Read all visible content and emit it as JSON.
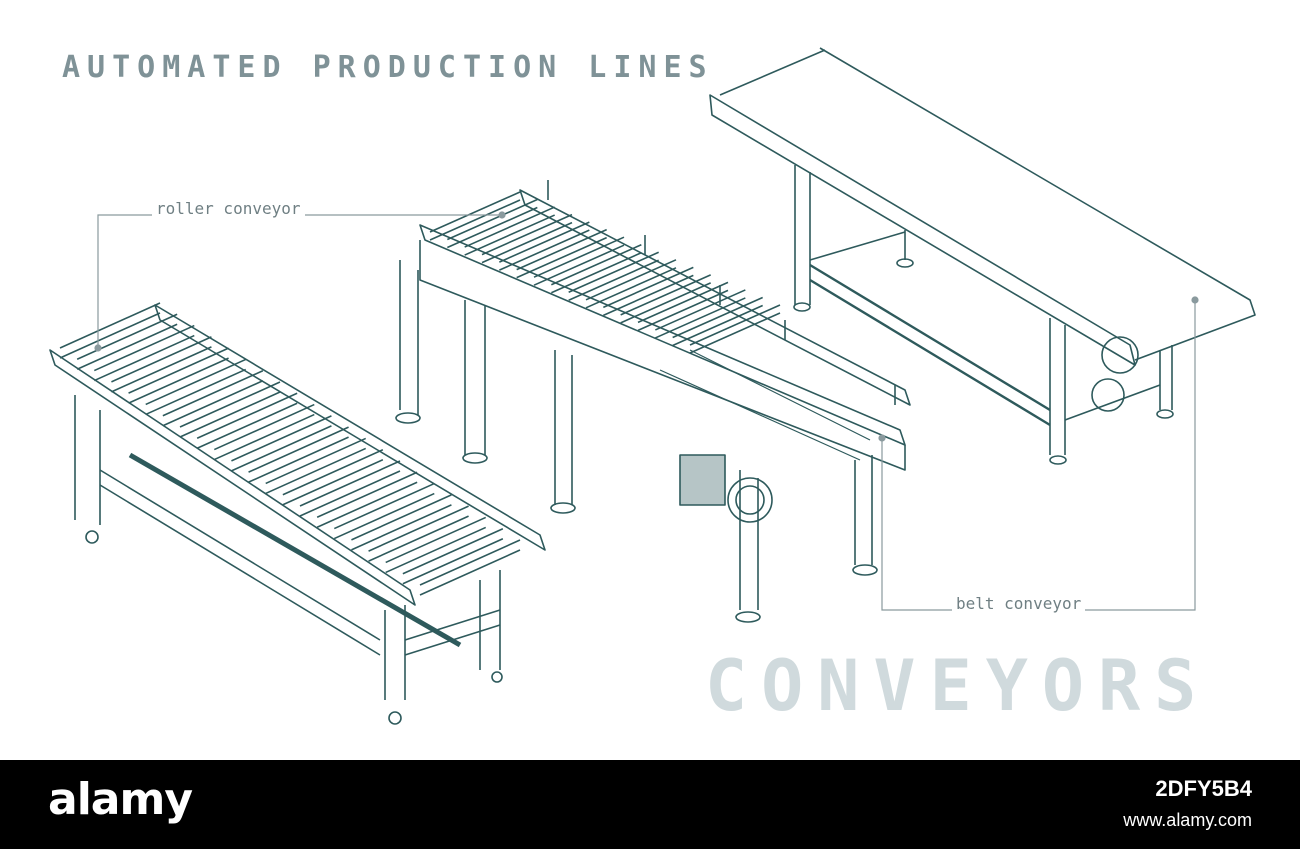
{
  "heading": "AUTOMATED PRODUCTION LINES",
  "big_title": "CONVEYORS",
  "labels": {
    "roller": "roller conveyor",
    "belt": "belt conveyor"
  },
  "colors": {
    "line": "#2e5a5c",
    "heading": "#7f9297",
    "big_title": "#d0dadd",
    "leader": "#8a9a9e"
  },
  "footer": {
    "brand": "alamy",
    "image_id": "2DFY5B4",
    "site": "www.alamy.com"
  }
}
